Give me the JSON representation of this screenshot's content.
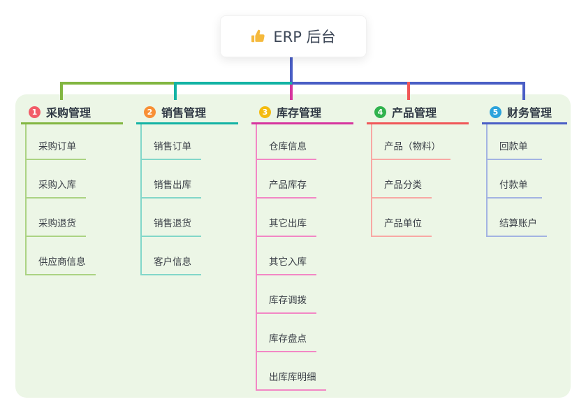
{
  "root": {
    "title": "ERP 后台",
    "icon": "thumbs-up-icon",
    "icon_color": "#f5b93c"
  },
  "panel": {
    "background": "#ecf6e6"
  },
  "connector_colors": {
    "root_stem": "#4a5ec5",
    "branch_1": "#82b641",
    "branch_2": "#13b3a4",
    "branch_3": "#d6359e",
    "branch_4": "#f05758",
    "branch_5": "#4a5ec5"
  },
  "branches": [
    {
      "index": "1",
      "label": "采购管理",
      "badge_color": "#f25c68",
      "line_color": "#82b641",
      "light_line_color": "#abd383",
      "items": [
        "采购订单",
        "采购入库",
        "采购退货",
        "供应商信息"
      ]
    },
    {
      "index": "2",
      "label": "销售管理",
      "badge_color": "#f88f35",
      "line_color": "#13b3a4",
      "light_line_color": "#82d7c9",
      "items": [
        "销售订单",
        "销售出库",
        "销售退货",
        "客户信息"
      ]
    },
    {
      "index": "3",
      "label": "库存管理",
      "badge_color": "#f4bb0e",
      "line_color": "#d6359e",
      "light_line_color": "#f287c5",
      "items": [
        "仓库信息",
        "产品库存",
        "其它出库",
        "其它入库",
        "库存调拨",
        "库存盘点",
        "出库库明细"
      ]
    },
    {
      "index": "4",
      "label": "产品管理",
      "badge_color": "#31b34e",
      "line_color": "#f05758",
      "light_line_color": "#f8a8a4",
      "items": [
        "产品（物料）",
        "产品分类",
        "产品单位"
      ]
    },
    {
      "index": "5",
      "label": "财务管理",
      "badge_color": "#2ca3dc",
      "line_color": "#4a5ec5",
      "light_line_color": "#a3b3e2",
      "items": [
        "回款单",
        "付款单",
        "结算账户"
      ]
    }
  ]
}
